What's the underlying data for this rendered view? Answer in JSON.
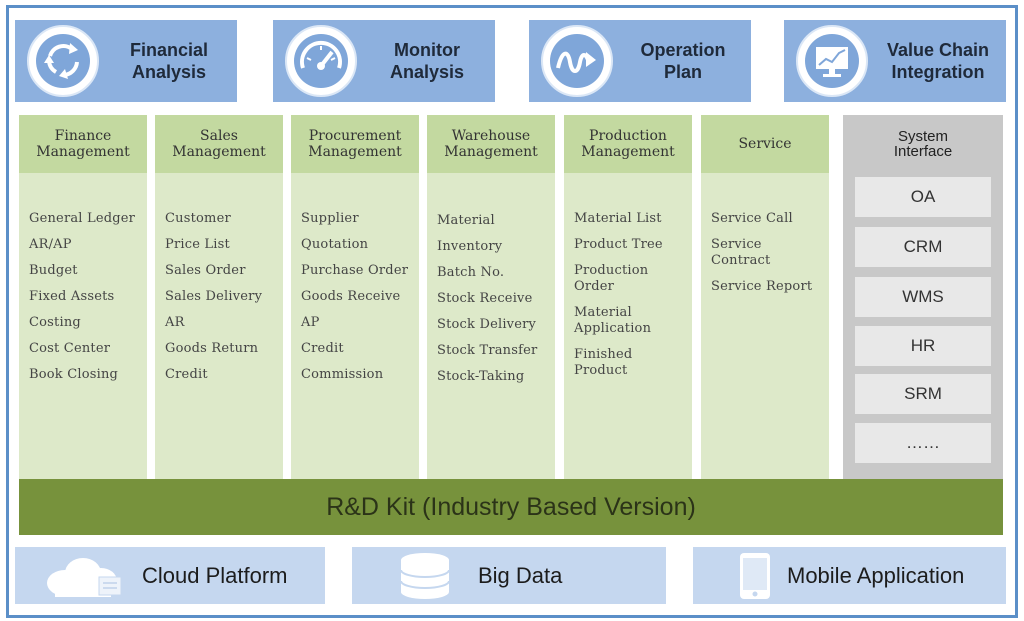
{
  "top_boxes": [
    {
      "label": "Financial\nAnalysis",
      "icon": "cycle-arrows-icon"
    },
    {
      "label": "Monitor\nAnalysis",
      "icon": "speedometer-icon"
    },
    {
      "label": "Operation\nPlan",
      "icon": "wave-arrow-icon"
    },
    {
      "label": "Value Chain\nIntegration",
      "icon": "monitor-chart-icon"
    }
  ],
  "columns": [
    {
      "header": "Finance\nManagement",
      "items": [
        "General Ledger",
        "AR/AP",
        "Budget",
        "Fixed Assets",
        "Costing",
        "Cost Center",
        "Book Closing"
      ]
    },
    {
      "header": "Sales\nManagement",
      "items": [
        "Customer",
        "Price List",
        "Sales Order",
        "Sales Delivery",
        "AR",
        "Goods Return",
        "Credit"
      ]
    },
    {
      "header": "Procurement\nManagement",
      "items": [
        "Supplier",
        "Quotation",
        "Purchase Order",
        "Goods Receive",
        "AP",
        "Credit",
        "Commission"
      ]
    },
    {
      "header": "Warehouse\nManagement",
      "items": [
        "Material",
        "Inventory",
        "Batch No.",
        "Stock Receive",
        "Stock Delivery",
        "Stock Transfer",
        "Stock-Taking"
      ]
    },
    {
      "header": "Production\nManagement",
      "items": [
        "Material List",
        "Product Tree",
        "Production\nOrder",
        "Material\nApplication",
        "Finished\nProduct"
      ]
    },
    {
      "header": "Service",
      "items": [
        "Service Call",
        "Service\nContract",
        "Service Report"
      ]
    }
  ],
  "system_interface": {
    "title": "System\nInterface",
    "items": [
      "OA",
      "CRM",
      "WMS",
      "HR",
      "SRM",
      "……"
    ]
  },
  "rd_kit": "R&D Kit (Industry Based Version)",
  "bottom_boxes": [
    {
      "label": "Cloud Platform",
      "icon": "cloud-icon"
    },
    {
      "label": "Big Data",
      "icon": "database-icon"
    },
    {
      "label": "Mobile Application",
      "icon": "mobile-phone-icon"
    }
  ],
  "colors": {
    "frame": "#5b8fc8",
    "top_box": "#8db0de",
    "column_header": "#c3d9a0",
    "column_body": "#dde9c9",
    "system_interface": "#c8c8c8",
    "rd_kit": "#77923c",
    "bottom_box": "#c5d7ef"
  }
}
